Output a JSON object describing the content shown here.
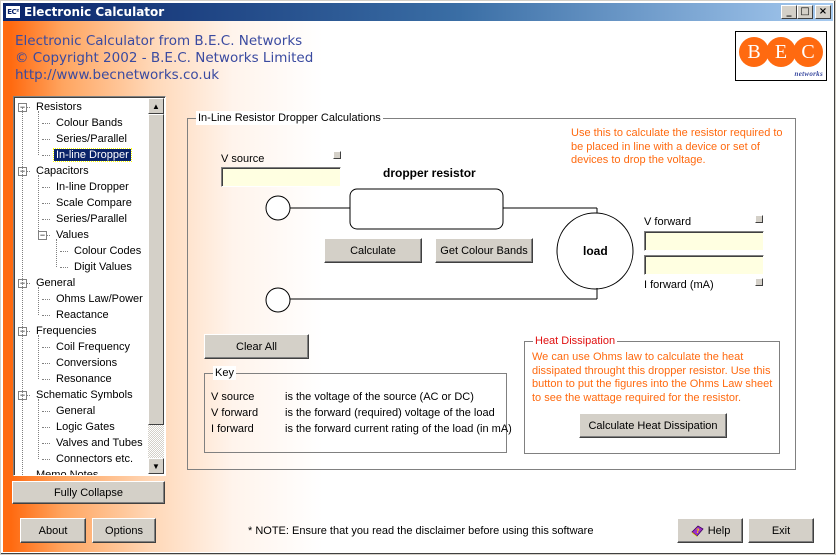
{
  "window": {
    "title": "Electronic Calculator",
    "app_icon_label": "EC²",
    "controls": {
      "minimize": "_",
      "maximize": "□",
      "close": "×"
    }
  },
  "header": {
    "line1": "Electronic Calculator from B.E.C. Networks",
    "line2": "© Copyright 2002 - B.E.C. Networks Limited",
    "line3": "http://www.becnetworks.co.uk",
    "logo": {
      "letters": [
        "B",
        "E",
        "C"
      ],
      "subtitle": "networks"
    }
  },
  "colors": {
    "accent_orange": "#ff6a10",
    "header_text": "#3a4aa0",
    "input_bg": "#ffffe1",
    "selection": "#0a246a",
    "heat_title": "#e01010"
  },
  "tree": {
    "items": [
      {
        "label": "Resistors",
        "level": 0,
        "expanded": true
      },
      {
        "label": "Colour Bands",
        "level": 1
      },
      {
        "label": "Series/Parallel",
        "level": 1
      },
      {
        "label": "In-line Dropper",
        "level": 1,
        "selected": true
      },
      {
        "label": "Capacitors",
        "level": 0,
        "expanded": true
      },
      {
        "label": "In-line Dropper",
        "level": 1
      },
      {
        "label": "Scale Compare",
        "level": 1
      },
      {
        "label": "Series/Parallel",
        "level": 1
      },
      {
        "label": "Values",
        "level": 1,
        "expanded": true
      },
      {
        "label": "Colour Codes",
        "level": 2
      },
      {
        "label": "Digit Values",
        "level": 2
      },
      {
        "label": "General",
        "level": 0,
        "expanded": true
      },
      {
        "label": "Ohms Law/Power",
        "level": 1
      },
      {
        "label": "Reactance",
        "level": 1
      },
      {
        "label": "Frequencies",
        "level": 0,
        "expanded": true
      },
      {
        "label": "Coil Frequency",
        "level": 1
      },
      {
        "label": "Conversions",
        "level": 1
      },
      {
        "label": "Resonance",
        "level": 1
      },
      {
        "label": "Schematic Symbols",
        "level": 0,
        "expanded": true
      },
      {
        "label": "General",
        "level": 1
      },
      {
        "label": "Logic Gates",
        "level": 1
      },
      {
        "label": "Valves and Tubes",
        "level": 1
      },
      {
        "label": "Connectors etc.",
        "level": 1
      },
      {
        "label": "Memo Notes",
        "level": 0
      }
    ],
    "fully_collapse_label": "Fully Collapse"
  },
  "main": {
    "group_title": "In-Line Resistor Dropper Calculations",
    "description": "Use this to calculate the resistor required to be placed in line with a device or set of devices to drop the voltage.",
    "v_source": {
      "label": "V source",
      "value": ""
    },
    "v_forward": {
      "label": "V forward",
      "value": ""
    },
    "i_forward": {
      "label": "I forward (mA)",
      "value": ""
    },
    "resistor_label": "dropper resistor",
    "load_label": "load",
    "calculate_label": "Calculate",
    "colour_bands_label": "Get Colour Bands",
    "clear_all_label": "Clear All",
    "key": {
      "title": "Key",
      "rows": [
        {
          "term": "V source",
          "desc": "is the voltage of the source (AC or DC)"
        },
        {
          "term": "V forward",
          "desc": "is the forward (required) voltage of the load"
        },
        {
          "term": "I forward",
          "desc": "is the forward current rating of the load (in mA)"
        }
      ]
    },
    "heat": {
      "title": "Heat Dissipation",
      "text": "We can use Ohms law to calculate the heat dissipated throught this dropper resistor.  Use this button to put the figures into the Ohms Law sheet to see the wattage required for the resistor.",
      "button_label": "Calculate Heat Dissipation"
    }
  },
  "footer": {
    "about_label": "About",
    "options_label": "Options",
    "note": "* NOTE:  Ensure that you read the disclaimer before using this software",
    "help_label": "Help",
    "exit_label": "Exit"
  }
}
